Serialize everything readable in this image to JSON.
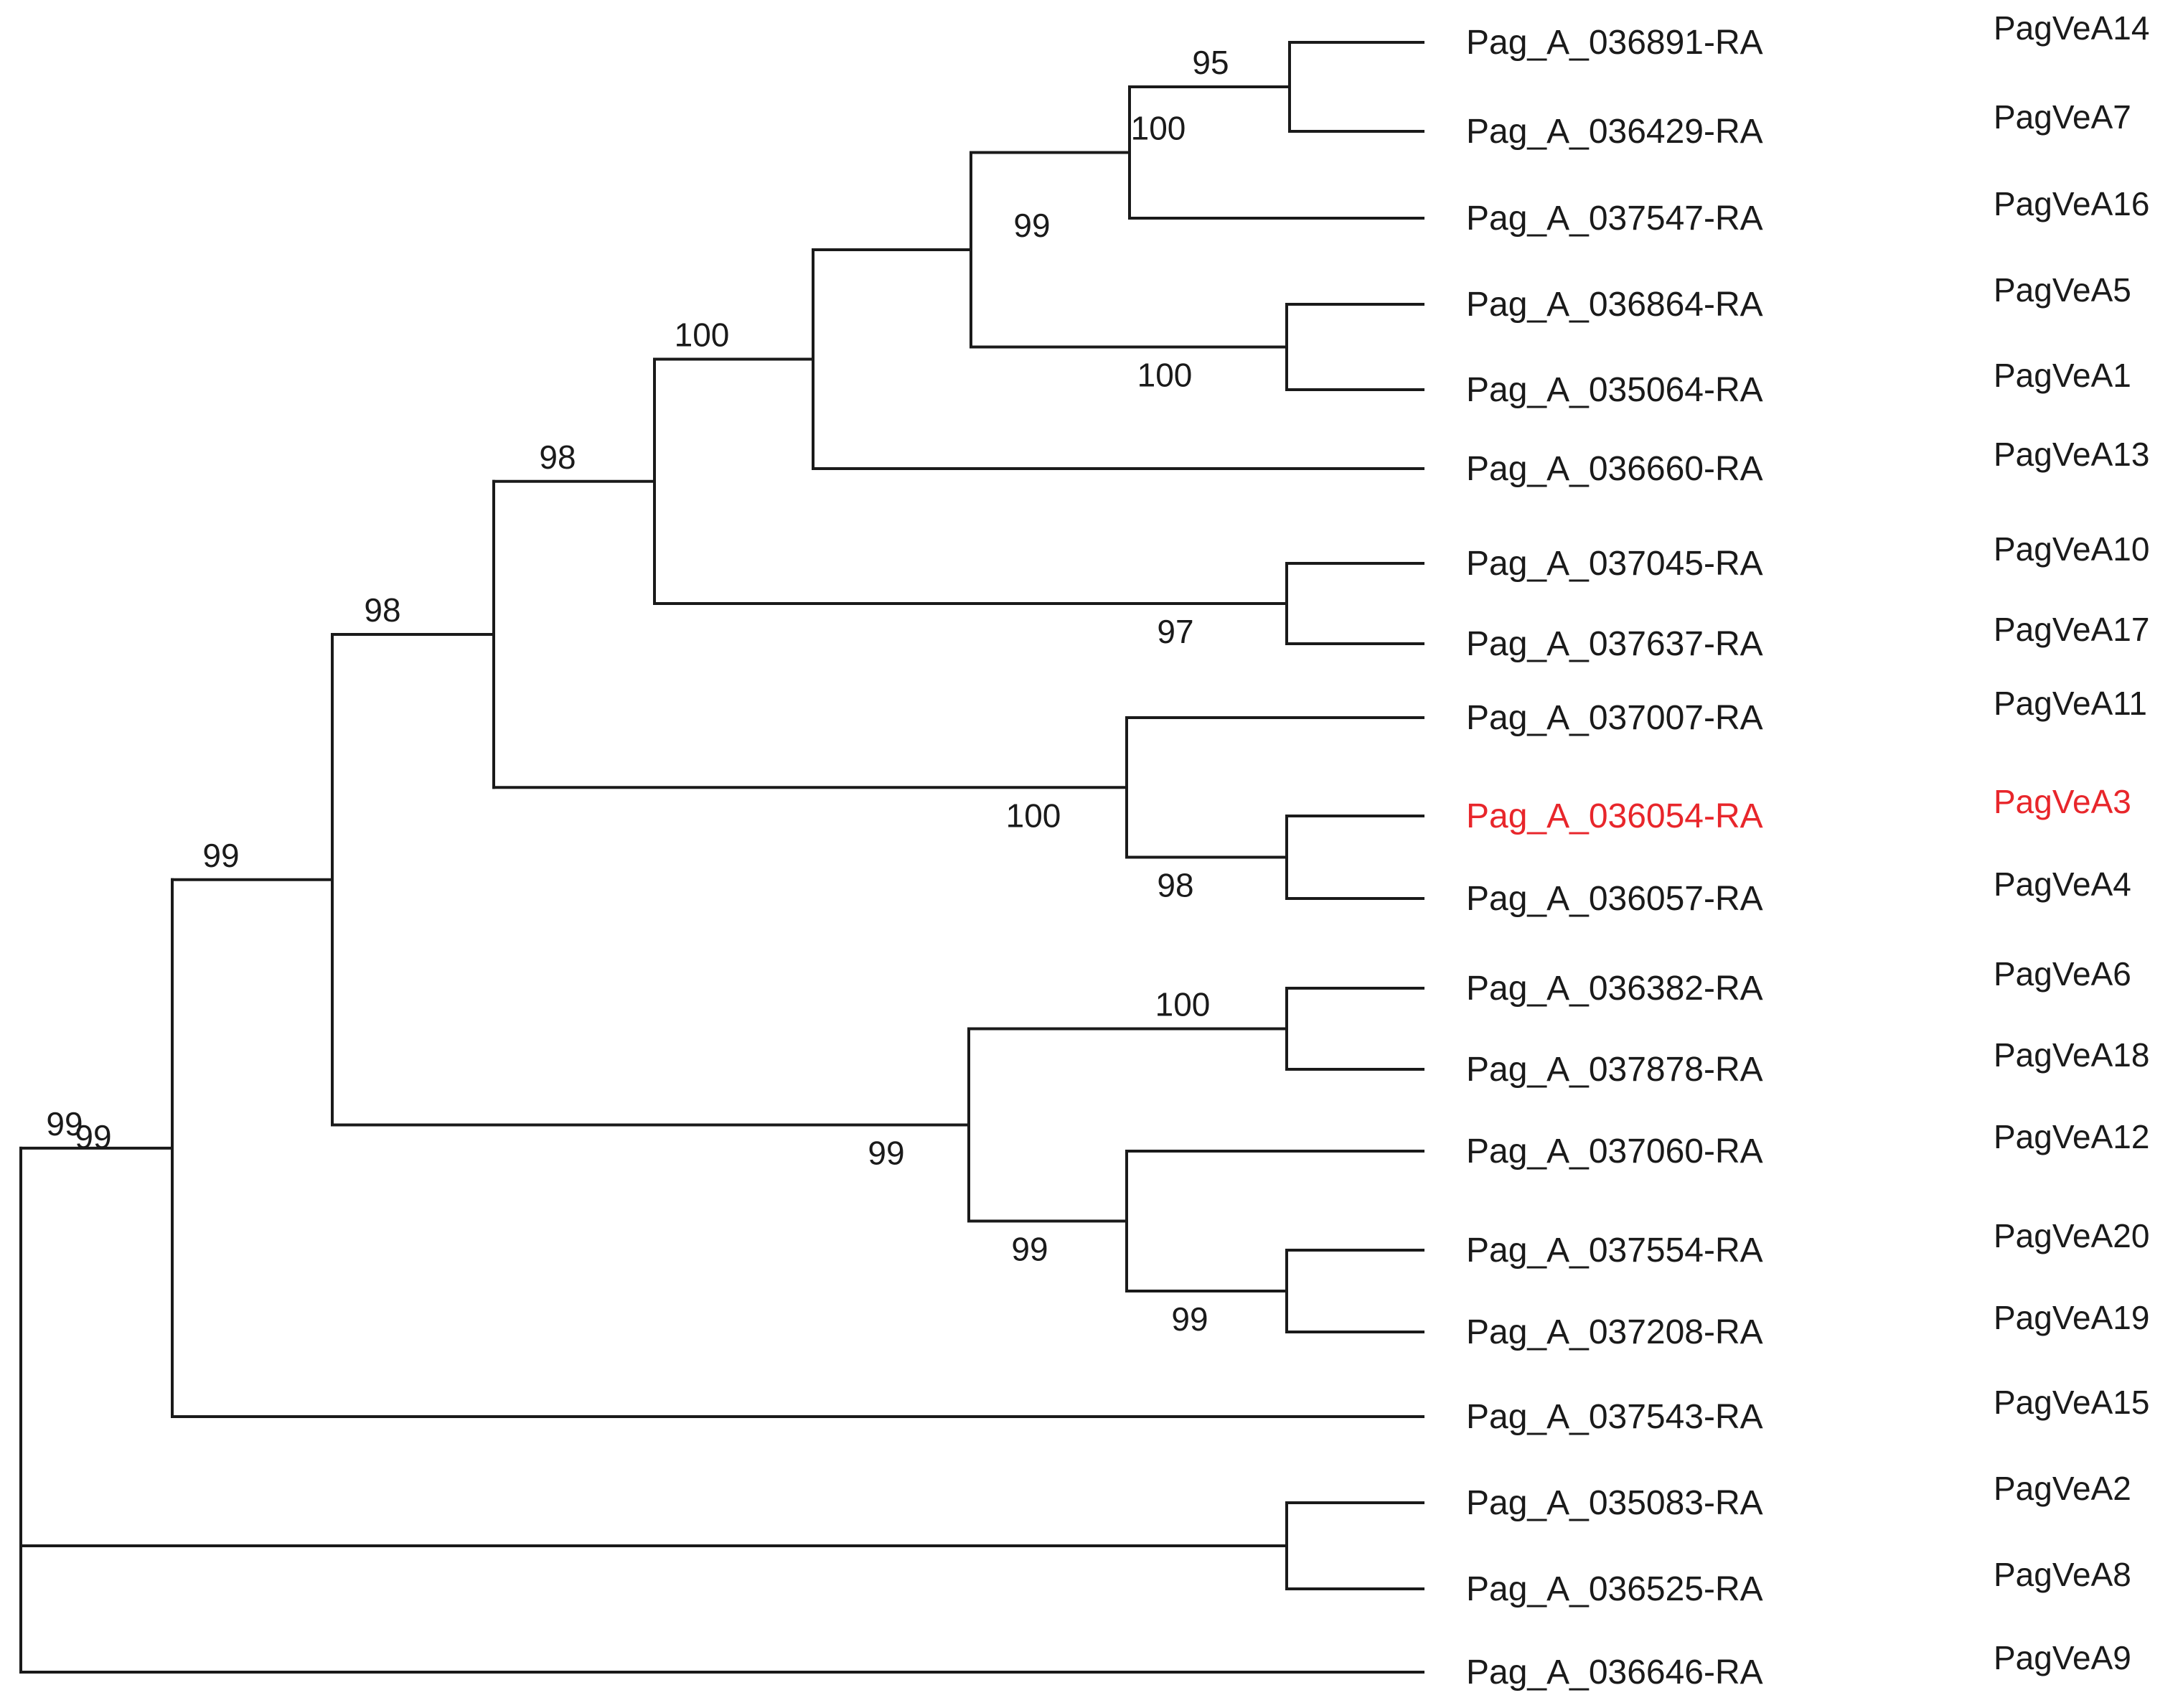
{
  "tree": {
    "leaves": [
      {
        "id": "L1",
        "gene": "Pag_A_036891-RA",
        "protein": "PagVeA14"
      },
      {
        "id": "L2",
        "gene": "Pag_A_036429-RA",
        "protein": "PagVeA7"
      },
      {
        "id": "L3",
        "gene": "Pag_A_037547-RA",
        "protein": "PagVeA16"
      },
      {
        "id": "L4",
        "gene": "Pag_A_036864-RA",
        "protein": "PagVeA5"
      },
      {
        "id": "L5",
        "gene": "Pag_A_035064-RA",
        "protein": "PagVeA1"
      },
      {
        "id": "L6",
        "gene": "Pag_A_036660-RA",
        "protein": "PagVeA13"
      },
      {
        "id": "L7",
        "gene": "Pag_A_037045-RA",
        "protein": "PagVeA10"
      },
      {
        "id": "L8",
        "gene": "Pag_A_037637-RA",
        "protein": "PagVeA17"
      },
      {
        "id": "L9",
        "gene": "Pag_A_037007-RA",
        "protein": "PagVeA11"
      },
      {
        "id": "L10",
        "gene": "Pag_A_036054-RA",
        "protein": "PagVeA3",
        "highlighted": true
      },
      {
        "id": "L11",
        "gene": "Pag_A_036057-RA",
        "protein": "PagVeA4"
      },
      {
        "id": "L12",
        "gene": "Pag_A_036382-RA",
        "protein": "PagVeA6"
      },
      {
        "id": "L13",
        "gene": "Pag_A_037878-RA",
        "protein": "PagVeA18"
      },
      {
        "id": "L14",
        "gene": "Pag_A_037060-RA",
        "protein": "PagVeA12"
      },
      {
        "id": "L15",
        "gene": "Pag_A_037554-RA",
        "protein": "PagVeA20"
      },
      {
        "id": "L16",
        "gene": "Pag_A_037208-RA",
        "protein": "PagVeA19"
      },
      {
        "id": "L17",
        "gene": "Pag_A_037543-RA",
        "protein": "PagVeA15"
      },
      {
        "id": "L18",
        "gene": "Pag_A_035083-RA",
        "protein": "PagVeA2"
      },
      {
        "id": "L19",
        "gene": "Pag_A_036525-RA",
        "protein": "PagVeA8"
      },
      {
        "id": "L20",
        "gene": "Pag_A_036646-RA",
        "protein": "PagVeA9"
      }
    ],
    "nodes": [
      {
        "id": "N1",
        "children": [
          "L1",
          "L2"
        ],
        "bootstrap": "95"
      },
      {
        "id": "N2",
        "children": [
          "N1",
          "L3"
        ],
        "bootstrap": "100"
      },
      {
        "id": "N3",
        "children": [
          "L4",
          "L5"
        ],
        "bootstrap": "100"
      },
      {
        "id": "N4",
        "children": [
          "N2",
          "N3"
        ],
        "bootstrap": "99"
      },
      {
        "id": "N5",
        "children": [
          "N4",
          "L6"
        ],
        "bootstrap": "100"
      },
      {
        "id": "N6",
        "children": [
          "L7",
          "L8"
        ],
        "bootstrap": "97"
      },
      {
        "id": "N7",
        "children": [
          "N5",
          "N6"
        ],
        "bootstrap": "98"
      },
      {
        "id": "N8",
        "children": [
          "L10",
          "L11"
        ],
        "bootstrap": "98"
      },
      {
        "id": "N9",
        "children": [
          "L9",
          "N8"
        ],
        "bootstrap": "100"
      },
      {
        "id": "N10",
        "children": [
          "N7",
          "N9"
        ],
        "bootstrap": "98"
      },
      {
        "id": "N11",
        "children": [
          "L12",
          "L13"
        ],
        "bootstrap": "100"
      },
      {
        "id": "N12",
        "children": [
          "L15",
          "L16"
        ],
        "bootstrap": "99"
      },
      {
        "id": "N13",
        "children": [
          "L14",
          "N12"
        ],
        "bootstrap": "99"
      },
      {
        "id": "N14",
        "children": [
          "N11",
          "N13"
        ],
        "bootstrap": "99"
      },
      {
        "id": "N15",
        "children": [
          "N10",
          "N14"
        ],
        "bootstrap": "99"
      },
      {
        "id": "N16",
        "children": [
          "N15",
          "L17"
        ],
        "bootstrap": "99"
      },
      {
        "id": "N17",
        "children": [
          "L18",
          "L19"
        ],
        "bootstrap": ""
      },
      {
        "id": "ROOT",
        "children": [
          "N16",
          "N17",
          "L20"
        ],
        "bootstrap": "99"
      }
    ]
  },
  "colors": {
    "line": "#1a1a1a",
    "text": "#1a1a1a",
    "highlight": "#e8262b"
  }
}
